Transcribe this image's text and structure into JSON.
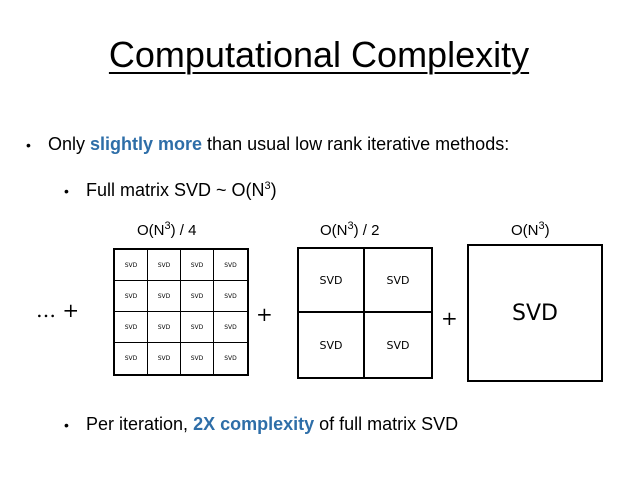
{
  "slide": {
    "title": "Computational Complexity",
    "bullet1": {
      "pre": "Only ",
      "highlight": "slightly more",
      "post": " than usual low rank iterative methods:"
    },
    "bullet2": {
      "pre": "Full matrix SVD ~ O(N",
      "sup": "3",
      "post": ")"
    },
    "bullet3": {
      "pre": "Per iteration, ",
      "highlight": "2X complexity",
      "post": " of full matrix SVD"
    },
    "bullet_symbol": "•",
    "highlight_color": "#2e6ea8"
  },
  "diagram": {
    "cell_text": "SVD",
    "lead_text": "… +",
    "plus": "+",
    "blocks": [
      {
        "label_pre": "O(N",
        "label_sup": "3",
        "label_post": ") / 4",
        "grid": 4
      },
      {
        "label_pre": "O(N",
        "label_sup": "3",
        "label_post": ") / 2",
        "grid": 2
      },
      {
        "label_pre": "O(N",
        "label_sup": "3",
        "label_post": ")",
        "grid": 1
      }
    ]
  }
}
